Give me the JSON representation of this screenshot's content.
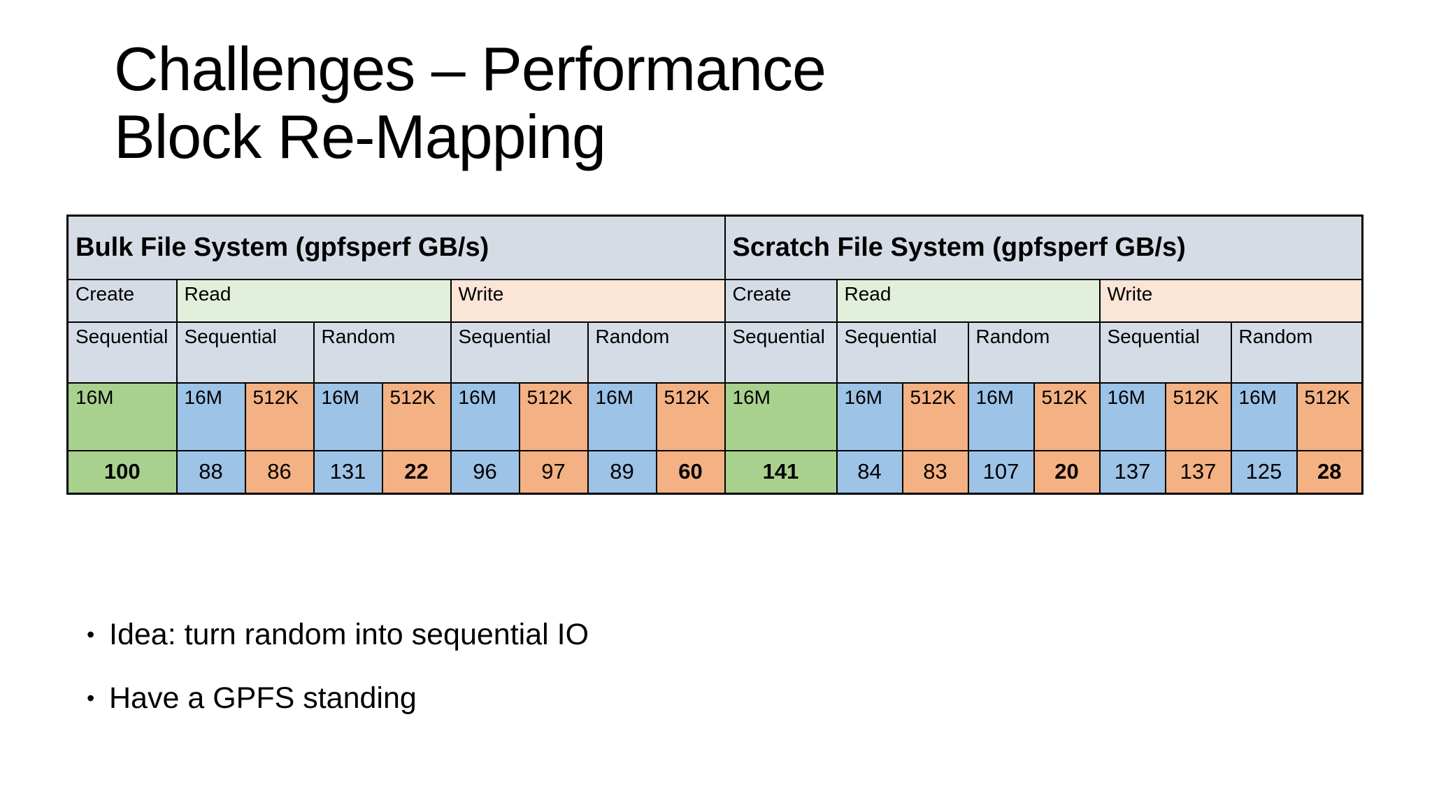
{
  "slide": {
    "title_line1": "Challenges – Performance",
    "title_line2": "Block Re-Mapping"
  },
  "table": {
    "op_labels": [
      "Create",
      "Read",
      "Write"
    ],
    "pattern_labels": [
      "Sequential",
      "Random"
    ],
    "size_labels": [
      "16M",
      "512K"
    ],
    "sections": [
      {
        "title": "Bulk File System (gpfsperf GB/s)",
        "values": [
          "100",
          "88",
          "86",
          "131",
          "22",
          "96",
          "97",
          "89",
          "60"
        ]
      },
      {
        "title": "Scratch File System (gpfsperf GB/s)",
        "values": [
          "141",
          "84",
          "83",
          "107",
          "20",
          "137",
          "137",
          "125",
          "28"
        ]
      }
    ],
    "value_unit": "GB/s"
  },
  "bullets": {
    "char": "•",
    "items": [
      "Idea: turn random into sequential IO",
      "Have a GPFS standing"
    ]
  },
  "colors": {
    "cell_green": "#A9D18E",
    "cell_blue": "#9DC3E6",
    "cell_orange": "#F4B183",
    "header_gray": "#D6DCE5",
    "read_header_green": "#E2EFDA",
    "write_header_peach": "#FBE5D6",
    "border_black": "#000000",
    "background_white": "#FFFFFF"
  }
}
